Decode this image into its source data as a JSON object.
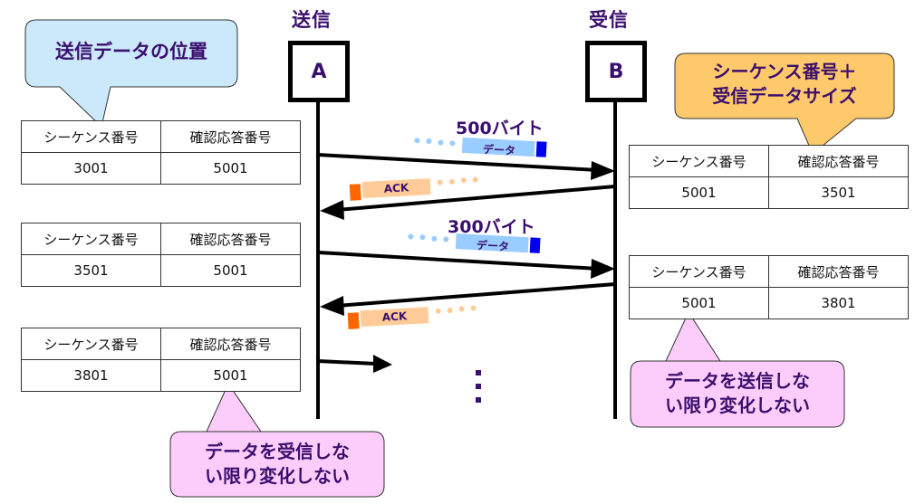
{
  "sender": {
    "title": "送信",
    "node": "A"
  },
  "receiver": {
    "title": "受信",
    "node": "B"
  },
  "table_headers": {
    "seq": "シーケンス番号",
    "ack": "確認応答番号"
  },
  "sender_states": [
    {
      "seq": "3001",
      "ack": "5001"
    },
    {
      "seq": "3501",
      "ack": "5001"
    },
    {
      "seq": "3801",
      "ack": "5001"
    }
  ],
  "receiver_states": [
    {
      "seq": "5001",
      "ack": "3501"
    },
    {
      "seq": "5001",
      "ack": "3801"
    }
  ],
  "transfers": [
    {
      "bytes_label": "500バイト",
      "data_label": "データ",
      "ack_label": "ACK"
    },
    {
      "bytes_label": "300バイト",
      "data_label": "データ",
      "ack_label": "ACK"
    }
  ],
  "callouts": {
    "send_position": "送信データの位置",
    "seq_plus_size": [
      "シーケンス番号＋",
      "受信データサイズ"
    ],
    "no_change_unless_send": [
      "データを送信しな",
      "い限り変化しない"
    ],
    "no_change_unless_receive": [
      "データを受信しな",
      "い限り変化しない"
    ]
  },
  "colors": {
    "label_purple": "#3b0f6e",
    "callout_blue": "#cce8fb",
    "callout_orange": "#fdc96a",
    "callout_pink": "#fccdfb",
    "data_packet": "#99ccff",
    "data_packet_head": "#0000ee",
    "ack_packet": "#ffcc99",
    "ack_packet_head": "#ff6600"
  }
}
